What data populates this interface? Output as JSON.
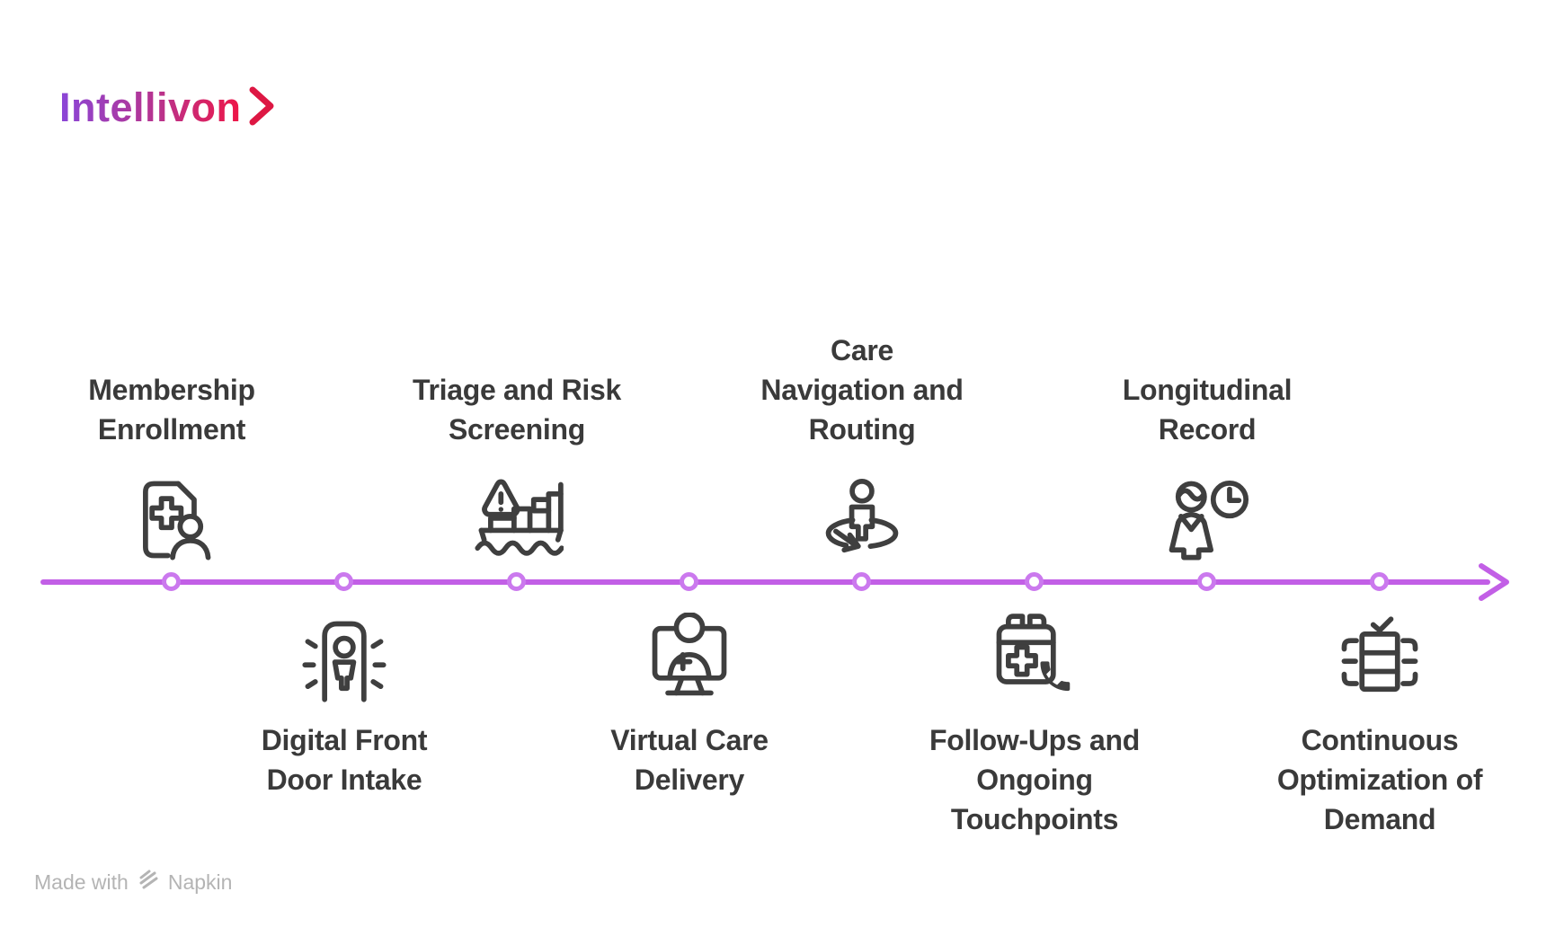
{
  "logo": {
    "text": "Intellivon",
    "chevron_icon": "chevron-right-icon",
    "gradient_colors": [
      "#8a46d8",
      "#b9338c",
      "#ef1646"
    ],
    "chevron_color": "#dd1743"
  },
  "timeline": {
    "direction": "left-to-right",
    "line_color": "#c25fe6",
    "node_ring_color": "#cb79ee",
    "node_fill_color": "#ffffff",
    "node_count": 8,
    "arrowhead_icon": "arrow-right-icon"
  },
  "milestones": [
    {
      "label_lines": [
        "Membership",
        "Enrollment"
      ],
      "side": "above",
      "icon": "medical-document-person-icon"
    },
    {
      "label_lines": [
        "Digital Front",
        "Door Intake"
      ],
      "side": "below",
      "icon": "entry-scanner-person-icon"
    },
    {
      "label_lines": [
        "Triage and Risk",
        "Screening"
      ],
      "side": "above",
      "icon": "cargo-ship-warning-icon"
    },
    {
      "label_lines": [
        "Virtual Care",
        "Delivery"
      ],
      "side": "below",
      "icon": "telehealth-monitor-icon"
    },
    {
      "label_lines": [
        "Care",
        "Navigation and",
        "Routing"
      ],
      "side": "above",
      "icon": "person-routing-arrow-icon"
    },
    {
      "label_lines": [
        "Follow-Ups and",
        "Ongoing",
        "Touchpoints"
      ],
      "side": "below",
      "icon": "calendar-phone-icon"
    },
    {
      "label_lines": [
        "Longitudinal",
        "Record"
      ],
      "side": "above",
      "icon": "caregiver-clock-icon"
    },
    {
      "label_lines": [
        "Continuous",
        "Optimization of",
        "Demand"
      ],
      "side": "below",
      "icon": "stack-checkmark-icon"
    }
  ],
  "footer": {
    "made_with": "Made with",
    "brand": "Napkin",
    "brand_icon": "napkin-logo-icon"
  },
  "colors": {
    "icon_stroke": "#3f3f3f",
    "label_text": "#3a3a3a",
    "footer_text": "#b4b4b4"
  }
}
